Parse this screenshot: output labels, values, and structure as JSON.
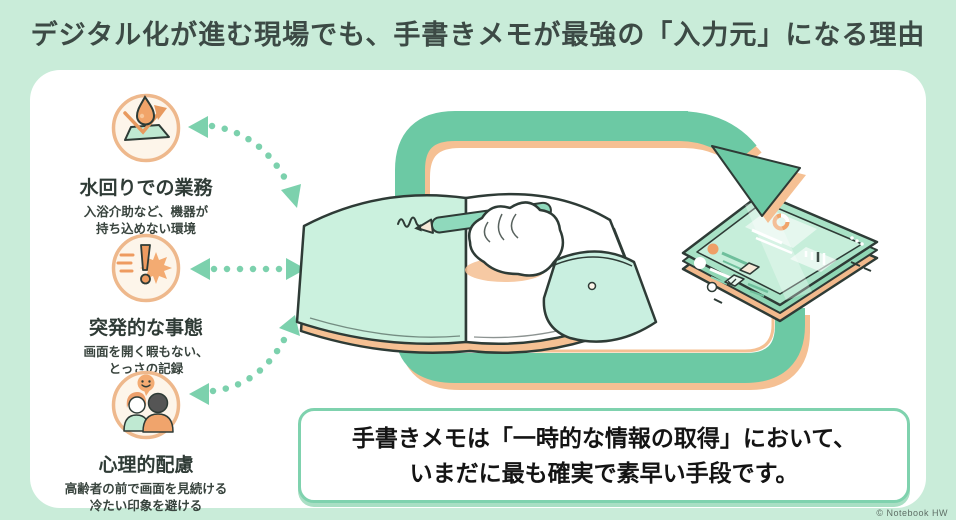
{
  "header": {
    "title": "デジタル化が進む現場でも、手書きメモが最強の「入力元」になる理由"
  },
  "reasons": [
    {
      "icon": "water-repellent-icon",
      "label": "水回りでの業務",
      "sub_line1": "入浴介助など、機器が",
      "sub_line2": "持ち込めない環境"
    },
    {
      "icon": "sudden-event-icon",
      "label": "突発的な事態",
      "sub_line1": "画面を開く暇もない、",
      "sub_line2": "とっさの記録"
    },
    {
      "icon": "psychological-care-icon",
      "label": "心理的配慮",
      "sub_line1": "高齢者の前で画面を見続ける",
      "sub_line2": "冷たい印象を避ける"
    }
  ],
  "illustration": {
    "elements": [
      "open-notebook",
      "hand-writing-with-pen",
      "cycle-arrow",
      "tablet-device",
      "dotted-connector-arrows"
    ]
  },
  "conclusion": {
    "line1": "手書きメモは「一時的な情報の取得」において、",
    "line2": "いまだに最も確実で素早い手段です。"
  },
  "watermark": "© Notebook HW",
  "colors": {
    "background_mint": "#c9ecd9",
    "card_white": "#ffffff",
    "arrow_teal": "#6cc9a4",
    "accent_peach": "#f5c093",
    "accent_orange": "#f1a469",
    "outline_dark": "#2e3b36",
    "dotted_arrow_mint": "#7cd1ad",
    "title_text": "#3c4a45"
  }
}
